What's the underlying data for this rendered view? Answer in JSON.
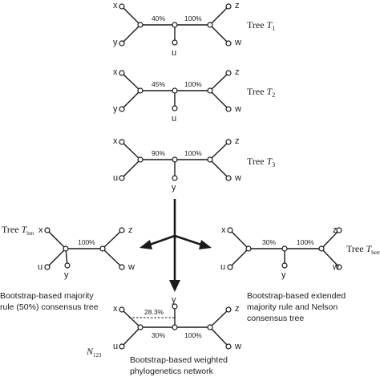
{
  "tree1": {
    "label_main": "Tree ",
    "label_var": "T",
    "label_sub": "1",
    "leaves": {
      "x": "x",
      "y": "y",
      "u": "u",
      "z": "z",
      "w": "w"
    },
    "support": {
      "left": "40%",
      "right": "100%"
    }
  },
  "tree2": {
    "label_main": "Tree ",
    "label_var": "T",
    "label_sub": "2",
    "leaves": {
      "x": "x",
      "y": "y",
      "u": "u",
      "z": "z",
      "w": "w"
    },
    "support": {
      "left": "45%",
      "right": "100%"
    }
  },
  "tree3": {
    "label_main": "Tree ",
    "label_var": "T",
    "label_sub": "3",
    "leaves": {
      "x": "x",
      "u": "u",
      "y": "y",
      "z": "z",
      "w": "w"
    },
    "support": {
      "left": "90%",
      "right": "100%"
    }
  },
  "tbm": {
    "label_main": "Tree ",
    "label_var": "T",
    "label_sub": "bm",
    "leaves": {
      "x": "x",
      "u": "u",
      "y": "y",
      "z": "z",
      "w": "w"
    },
    "support": {
      "right": "100%"
    },
    "caption": [
      "Bootstrap-based majority",
      "rule (50%) consensus tree"
    ]
  },
  "tbem": {
    "label_main": "Tree ",
    "label_var": "T",
    "label_sub": "bem",
    "leaves": {
      "x": "x",
      "u": "u",
      "y": "y",
      "z": "z",
      "w": "w"
    },
    "support": {
      "left": "30%",
      "right": "100%"
    },
    "caption": [
      "Bootstrap-based extended",
      "majority rule and Nelson",
      "consensus tree"
    ]
  },
  "network": {
    "label_var": "N",
    "label_sub": "123",
    "leaves": {
      "x": "x",
      "u": "u",
      "y": "y",
      "z": "z",
      "w": "w"
    },
    "support": {
      "reticulate": "28.3%",
      "left": "30%",
      "right": "100%"
    },
    "caption": [
      "Bootstrap-based weighted",
      "phylogenetics network"
    ]
  }
}
